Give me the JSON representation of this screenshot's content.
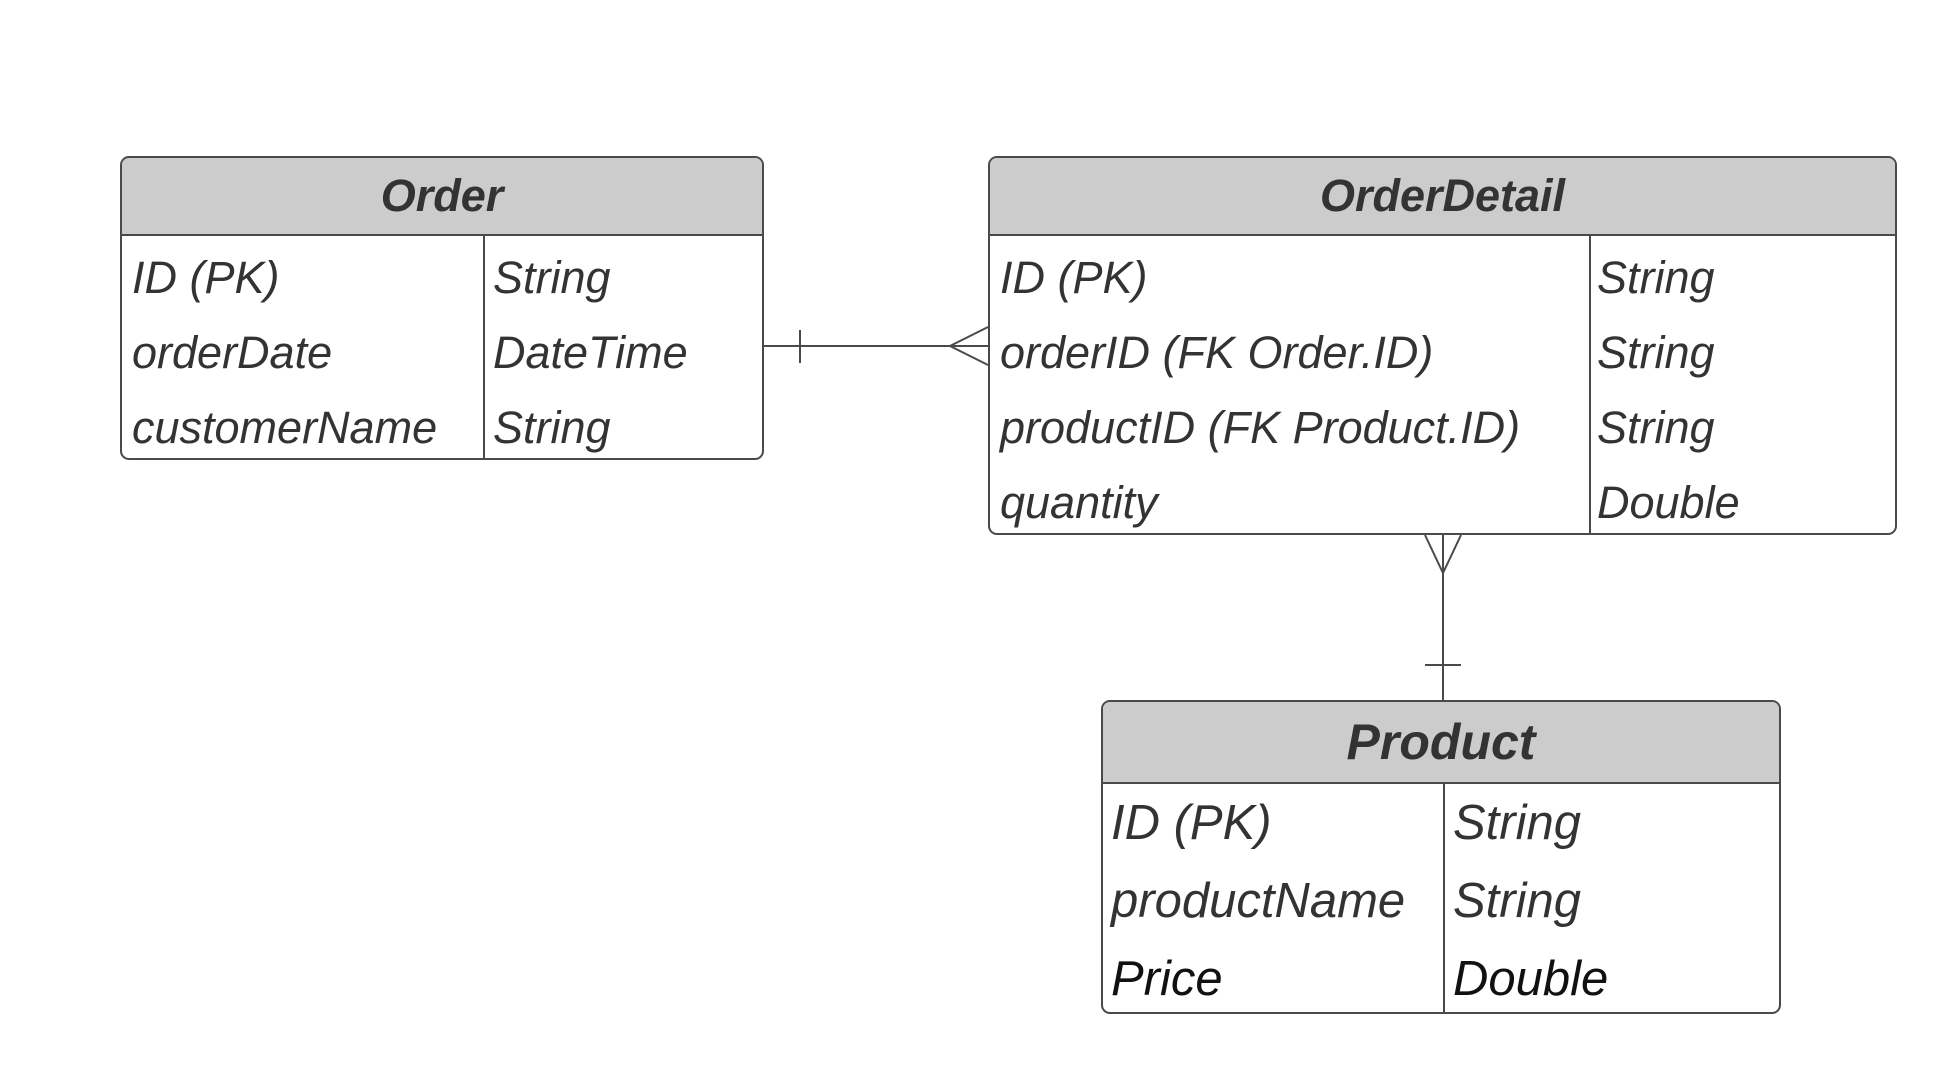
{
  "entities": {
    "order": {
      "title": "Order",
      "fields": [
        {
          "name": "ID (PK)",
          "type": "String"
        },
        {
          "name": "orderDate",
          "type": "DateTime"
        },
        {
          "name": "customerName",
          "type": "String"
        }
      ]
    },
    "order_detail": {
      "title": "OrderDetail",
      "fields": [
        {
          "name": "ID (PK)",
          "type": "String"
        },
        {
          "name": "orderID (FK Order.ID)",
          "type": "String"
        },
        {
          "name": "productID (FK Product.ID)",
          "type": "String"
        },
        {
          "name": "quantity",
          "type": "Double"
        }
      ]
    },
    "product": {
      "title": "Product",
      "fields": [
        {
          "name": "ID (PK)",
          "type": "String"
        },
        {
          "name": "productName",
          "type": "String"
        },
        {
          "name": "Price",
          "type": "Double"
        }
      ]
    }
  },
  "relationships": [
    {
      "from": "Order",
      "from_cardinality": "one",
      "to": "OrderDetail",
      "to_cardinality": "many"
    },
    {
      "from": "Product",
      "from_cardinality": "one",
      "to": "OrderDetail",
      "to_cardinality": "many"
    }
  ],
  "colors": {
    "header_fill": "#cccccc",
    "border": "#4a4a4a",
    "text": "#333333",
    "background": "#ffffff"
  }
}
